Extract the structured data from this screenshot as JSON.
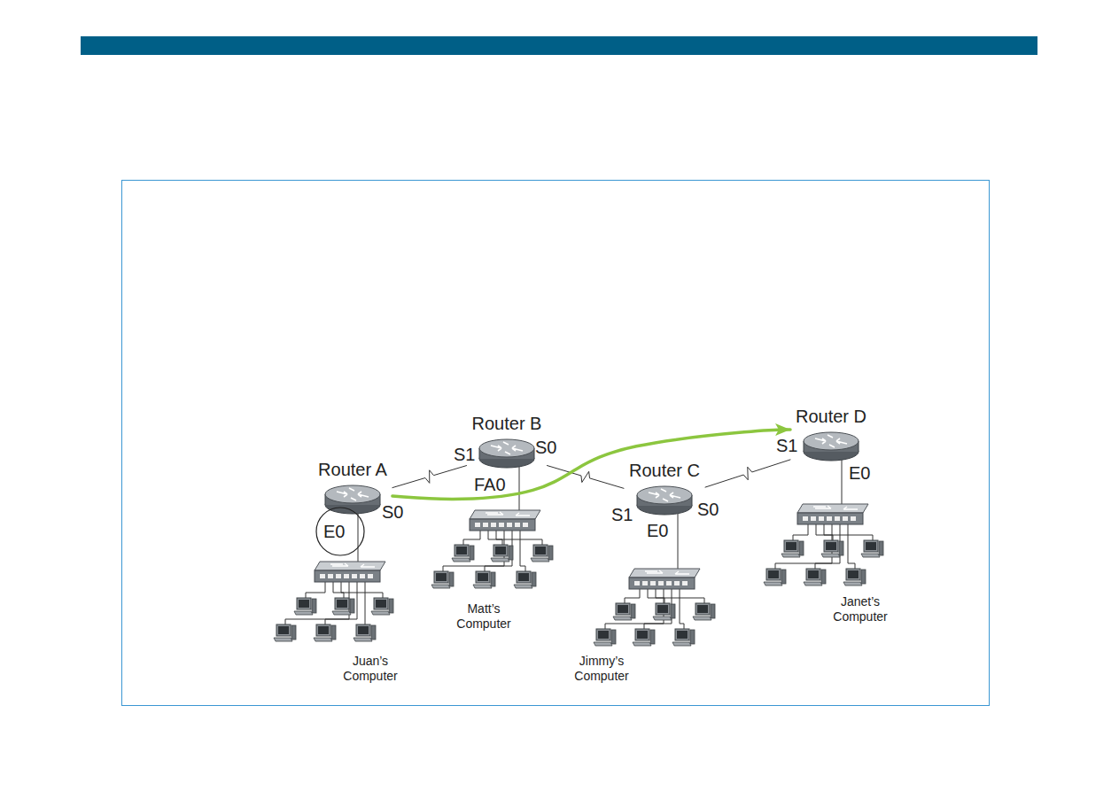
{
  "diagram": {
    "nodes": [
      {
        "text": [
          "Router A"
        ]
      },
      {
        "text": [
          "Router B"
        ]
      },
      {
        "text": [
          "Router C"
        ]
      },
      {
        "text": [
          "Router D"
        ]
      }
    ],
    "edges": [
      {
        "from": 0,
        "to": 1,
        "arrow": "none"
      },
      {
        "from": 1,
        "to": 2,
        "arrow": "none"
      },
      {
        "from": 2,
        "to": 3,
        "arrow": "none"
      },
      {
        "from": 0,
        "to": 3,
        "arrow": "to"
      }
    ],
    "labels": [
      "E0",
      "S0",
      "S1",
      "S0",
      "FA0",
      "S1",
      "E0",
      "S0",
      "S1",
      "E0",
      "Juan’s Computer",
      "Matt’s Computer",
      "Jimmy’s Computer",
      "Janet’s Computer"
    ]
  }
}
